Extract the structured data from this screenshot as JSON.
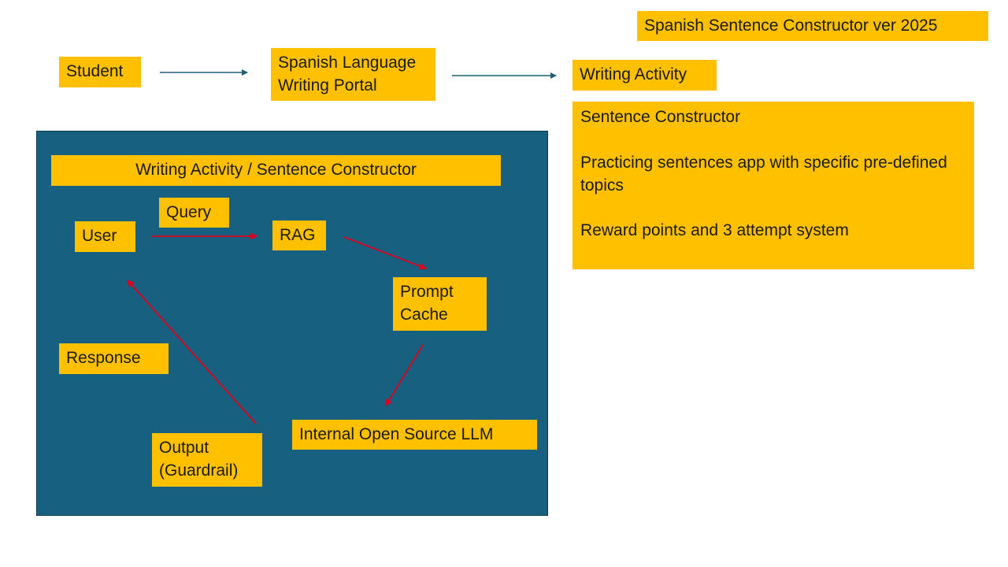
{
  "title": "Spanish Sentence Constructor ver 2025",
  "top_flow": {
    "student": "Student",
    "portal": "Spanish Language Writing Portal",
    "activity": "Writing Activity"
  },
  "description": {
    "heading": "Sentence Constructor",
    "line1": "Practicing sentences app with specific pre-defined topics",
    "line2": "Reward points and 3 attempt system"
  },
  "panel": {
    "title": "Writing Activity / Sentence Constructor",
    "query": "Query",
    "user": "User",
    "rag": "RAG",
    "prompt_cache": "Prompt Cache",
    "response": "Response",
    "llm": "Internal Open Source LLM",
    "output": "Output (Guardrail)"
  },
  "colors": {
    "box": "#FFC000",
    "panel": "#17607F",
    "flow_arrow": "#1F5C7A",
    "panel_arrow": "#E0001B"
  }
}
